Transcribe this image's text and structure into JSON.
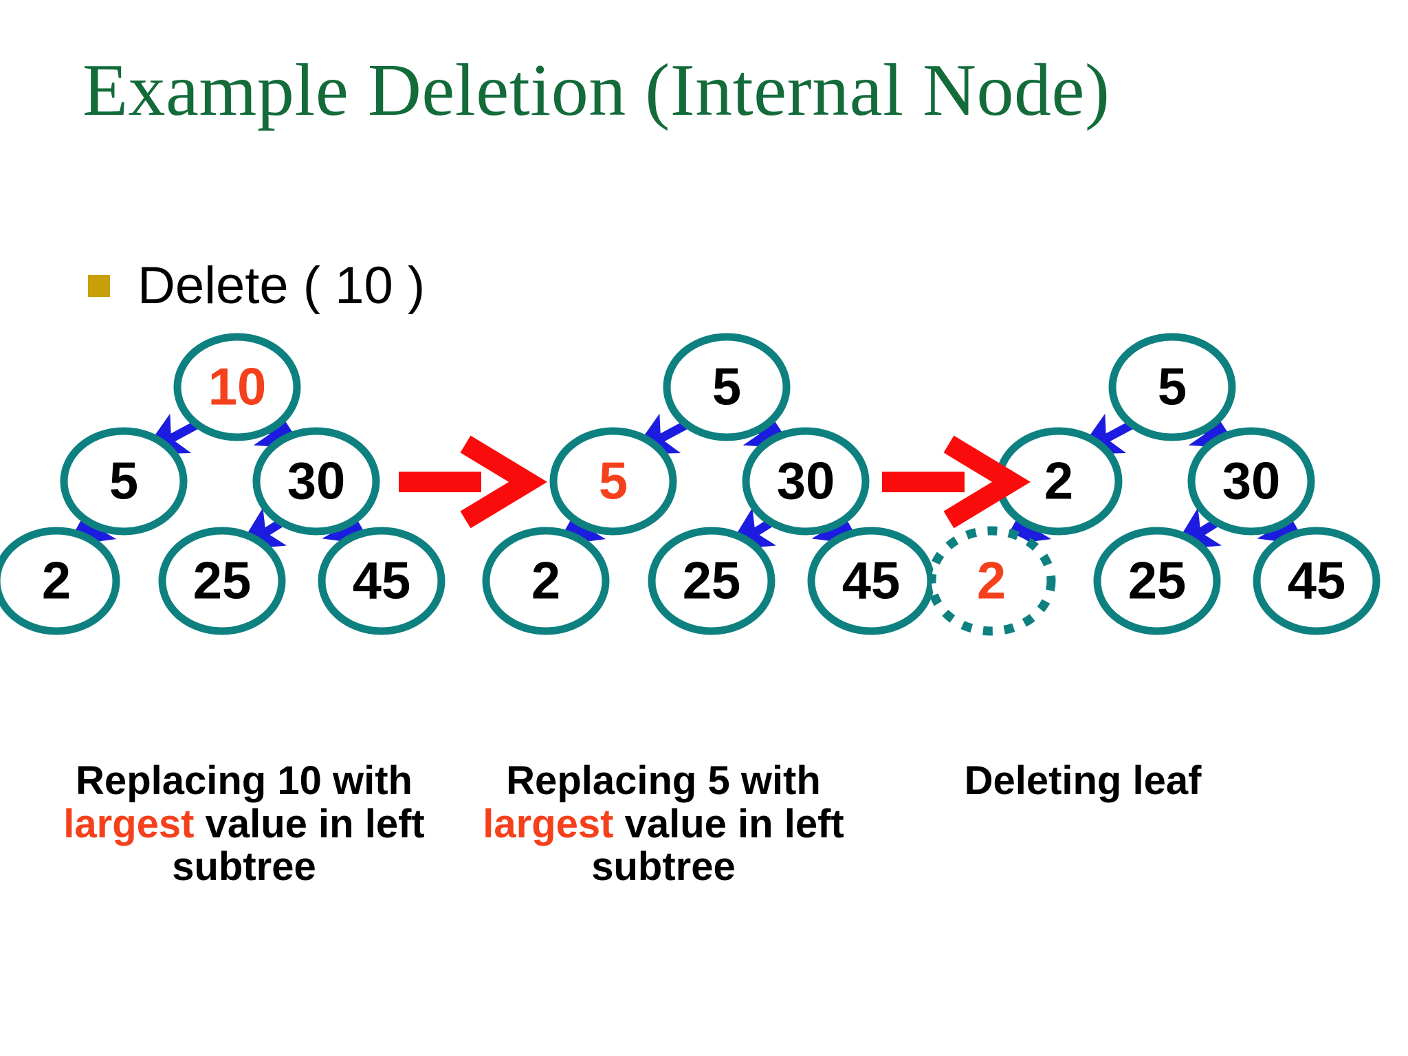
{
  "slide": {
    "title": "Example Deletion (Internal Node)",
    "background_color": "#FFFFFF",
    "title_color": "#136B3A"
  },
  "bullet": {
    "marker_color": "#C9A00A",
    "text": "Delete ( 10 )"
  },
  "palette": {
    "node_outline": "#0E8080",
    "node_fill": "#FFFFFF",
    "node_text": "#000000",
    "highlight_text": "#F5401C",
    "edge_arrow": "#1C1CE0",
    "transition_arrow": "#FB0C0C"
  },
  "trees": [
    {
      "id": "tree-before",
      "nodes": [
        {
          "id": "t1-root",
          "label": "10",
          "level": 0,
          "color": "#F5401C",
          "style": "solid"
        },
        {
          "id": "t1-left",
          "label": "5",
          "level": 1,
          "color": "#000000",
          "style": "solid"
        },
        {
          "id": "t1-right",
          "label": "30",
          "level": 1,
          "color": "#000000",
          "style": "solid"
        },
        {
          "id": "t1-leaf1",
          "label": "2",
          "level": 2,
          "color": "#000000",
          "style": "solid"
        },
        {
          "id": "t1-leaf2",
          "label": "25",
          "level": 2,
          "color": "#000000",
          "style": "solid"
        },
        {
          "id": "t1-leaf3",
          "label": "45",
          "level": 2,
          "color": "#000000",
          "style": "solid"
        }
      ],
      "edges": [
        {
          "from": "t1-root",
          "to": "t1-left"
        },
        {
          "from": "t1-root",
          "to": "t1-right"
        },
        {
          "from": "t1-left",
          "to": "t1-leaf1"
        },
        {
          "from": "t1-right",
          "to": "t1-leaf2"
        },
        {
          "from": "t1-right",
          "to": "t1-leaf3"
        }
      ],
      "caption": {
        "parts": [
          {
            "text": "Replacing 10 with ",
            "highlight": false
          },
          {
            "text": "largest",
            "highlight": true
          },
          {
            "text": " value in left subtree",
            "highlight": false
          }
        ],
        "plain": "Replacing 10 with largest value in left subtree"
      }
    },
    {
      "id": "tree-middle",
      "nodes": [
        {
          "id": "t2-root",
          "label": "5",
          "level": 0,
          "color": "#000000",
          "style": "solid"
        },
        {
          "id": "t2-left",
          "label": "5",
          "level": 1,
          "color": "#F5401C",
          "style": "solid"
        },
        {
          "id": "t2-right",
          "label": "30",
          "level": 1,
          "color": "#000000",
          "style": "solid"
        },
        {
          "id": "t2-leaf1",
          "label": "2",
          "level": 2,
          "color": "#000000",
          "style": "solid"
        },
        {
          "id": "t2-leaf2",
          "label": "25",
          "level": 2,
          "color": "#000000",
          "style": "solid"
        },
        {
          "id": "t2-leaf3",
          "label": "45",
          "level": 2,
          "color": "#000000",
          "style": "solid"
        }
      ],
      "edges": [
        {
          "from": "t2-root",
          "to": "t2-left"
        },
        {
          "from": "t2-root",
          "to": "t2-right"
        },
        {
          "from": "t2-left",
          "to": "t2-leaf1"
        },
        {
          "from": "t2-right",
          "to": "t2-leaf2"
        },
        {
          "from": "t2-right",
          "to": "t2-leaf3"
        }
      ],
      "caption": {
        "parts": [
          {
            "text": "Replacing 5 with ",
            "highlight": false
          },
          {
            "text": "largest",
            "highlight": true
          },
          {
            "text": " value in left subtree",
            "highlight": false
          }
        ],
        "plain": "Replacing 5 with largest value in left subtree"
      }
    },
    {
      "id": "tree-after",
      "nodes": [
        {
          "id": "t3-root",
          "label": "5",
          "level": 0,
          "color": "#000000",
          "style": "solid"
        },
        {
          "id": "t3-left",
          "label": "2",
          "level": 1,
          "color": "#000000",
          "style": "solid"
        },
        {
          "id": "t3-right",
          "label": "30",
          "level": 1,
          "color": "#000000",
          "style": "solid"
        },
        {
          "id": "t3-leaf1",
          "label": "2",
          "level": 2,
          "color": "#F5401C",
          "style": "dotted"
        },
        {
          "id": "t3-leaf2",
          "label": "25",
          "level": 2,
          "color": "#000000",
          "style": "solid"
        },
        {
          "id": "t3-leaf3",
          "label": "45",
          "level": 2,
          "color": "#000000",
          "style": "solid"
        }
      ],
      "edges": [
        {
          "from": "t3-root",
          "to": "t3-left"
        },
        {
          "from": "t3-root",
          "to": "t3-right"
        },
        {
          "from": "t3-left",
          "to": "t3-leaf1"
        },
        {
          "from": "t3-right",
          "to": "t3-leaf2"
        },
        {
          "from": "t3-right",
          "to": "t3-leaf3"
        }
      ],
      "caption": {
        "parts": [
          {
            "text": "Deleting leaf",
            "highlight": false
          }
        ],
        "plain": "Deleting leaf"
      }
    }
  ],
  "transitions": [
    {
      "id": "transition-1",
      "from": "tree-before",
      "to": "tree-middle",
      "symbol": "arrow-right"
    },
    {
      "id": "transition-2",
      "from": "tree-middle",
      "to": "tree-after",
      "symbol": "arrow-right"
    }
  ]
}
